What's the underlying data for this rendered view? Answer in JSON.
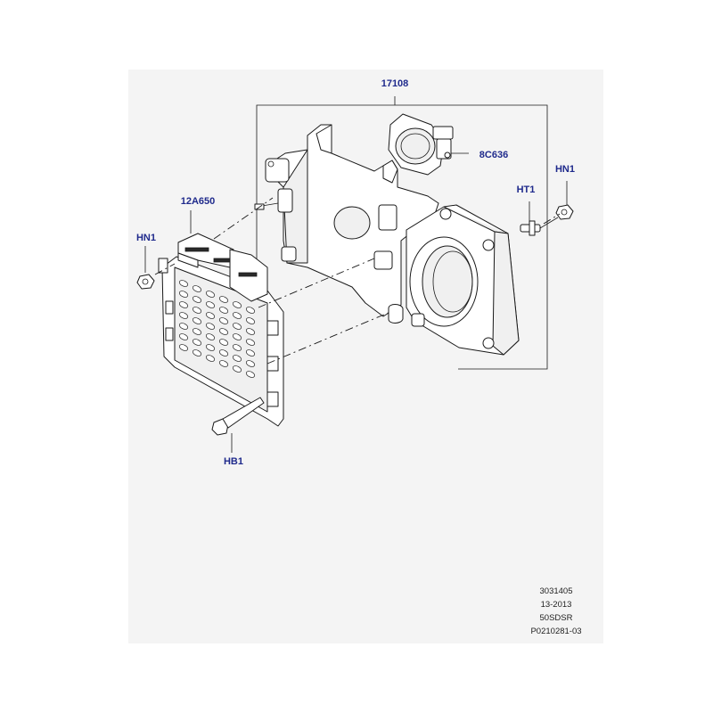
{
  "callouts": {
    "harness_bracket": "17108",
    "sensor": "8C636",
    "nut_right": "HN1",
    "stud_right": "HT1",
    "module": "12A650",
    "nut_left": "HN1",
    "bolt_bottom": "HB1"
  },
  "reference": {
    "line1": "3031405",
    "line2": "13-2013",
    "line3": "50SDSR",
    "line4": "P0210281-03"
  }
}
